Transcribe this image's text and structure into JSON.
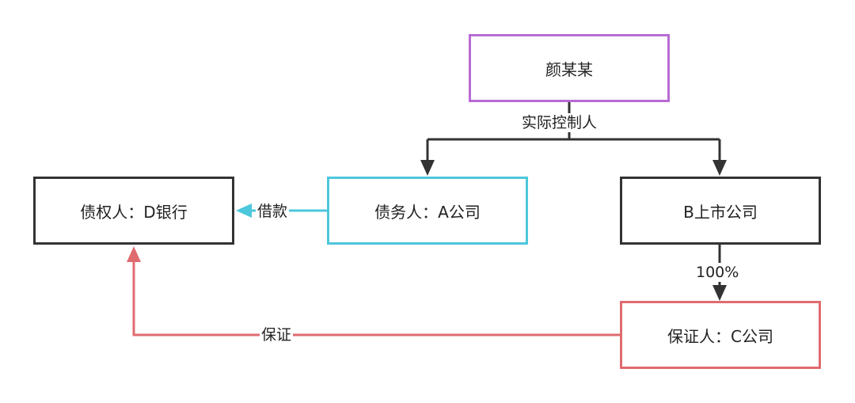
{
  "colors": {
    "person": "#b96ad4",
    "creditor": "#333333",
    "debtor": "#4dc7dc",
    "listed": "#333333",
    "guarantor": "#e06b6f",
    "control_edge": "#333333",
    "loan_edge": "#4dc7dc",
    "guarantee_edge": "#e06b6f"
  },
  "nodes": {
    "person": "颜某某",
    "creditor": "债权人：D银行",
    "debtor": "债务人：A公司",
    "listed_company": "B上市公司",
    "guarantor": "保证人：C公司"
  },
  "edges": {
    "control_label": "实际控制人",
    "loan_label": "借款",
    "ownership_label": "100%",
    "guarantee_label": "保证"
  }
}
